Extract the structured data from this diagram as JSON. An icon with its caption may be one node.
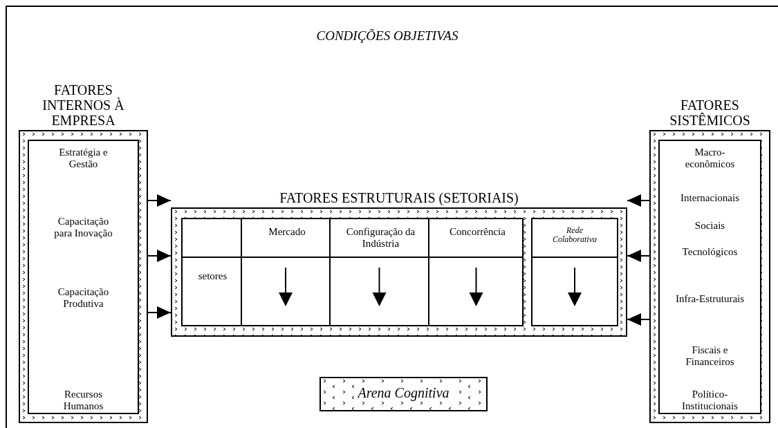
{
  "diagram": {
    "nodes": [
      {
        "text": [
          "CONDIÇÕES OBJETIVAS"
        ]
      },
      {
        "text": [
          "FATORES INTERNOS À EMPRESA",
          "Estratégia e Gestão",
          "Capacitação para Inovação",
          "Capacitação Produtiva",
          "Recursos Humanos"
        ],
        "in": 0
      },
      {
        "text": [
          "FATORES ESTRUTURAIS (SETORIAIS)"
        ],
        "in": 0
      },
      {
        "text": [
          "Mercado",
          "Configuração da Indústria",
          "Concorrência",
          "setores"
        ],
        "in": 2
      },
      {
        "text": [
          "Rede Colaborativa"
        ],
        "in": 2
      },
      {
        "text": [
          "FATORES SISTÊMICOS",
          "Macro-econômicos",
          "Internacionais",
          "Sociais",
          "Tecnológicos",
          "Infra-Estruturais",
          "Fiscais e Financeiros",
          "Político-Institucionais"
        ],
        "in": 0
      },
      {
        "text": [
          "Arena Cognitiva"
        ],
        "in": 0
      }
    ],
    "edges": [
      {
        "from": 1,
        "to": 2,
        "arrow": "to"
      },
      {
        "from": 1,
        "to": 2,
        "arrow": "to"
      },
      {
        "from": 1,
        "to": 2,
        "arrow": "to"
      },
      {
        "from": 5,
        "to": 2,
        "arrow": "to"
      },
      {
        "from": 5,
        "to": 2,
        "arrow": "to"
      },
      {
        "from": 5,
        "to": 2,
        "arrow": "to"
      }
    ]
  }
}
